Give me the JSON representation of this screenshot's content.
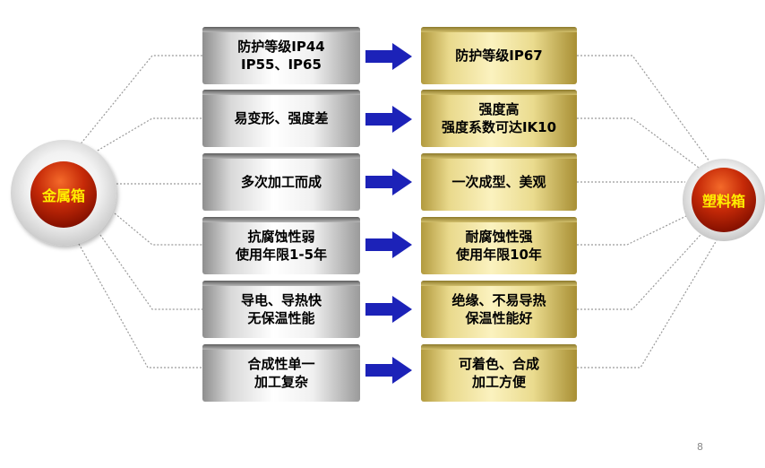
{
  "left_node": {
    "label": "金属箱"
  },
  "right_node": {
    "label": "塑料箱"
  },
  "rows": [
    {
      "left": [
        "防护等级IP44",
        "IP55、IP65"
      ],
      "right": [
        "防护等级IP67"
      ]
    },
    {
      "left": [
        "易变形、强度差"
      ],
      "right": [
        "强度高",
        "强度系数可达IK10"
      ]
    },
    {
      "left": [
        "多次加工而成"
      ],
      "right": [
        "一次成型、美观"
      ]
    },
    {
      "left": [
        "抗腐蚀性弱",
        "使用年限1-5年"
      ],
      "right": [
        "耐腐蚀性强",
        "使用年限10年"
      ]
    },
    {
      "left": [
        "导电、导热快",
        "无保温性能"
      ],
      "right": [
        "绝缘、不易导热",
        "保温性能好"
      ]
    },
    {
      "left": [
        "合成性单一",
        "加工复杂"
      ],
      "right": [
        "可着色、合成",
        "加工方便"
      ]
    }
  ],
  "colors": {
    "arrow": "#1c22b8",
    "core": "#c62a08",
    "core_text": "#ffee00"
  },
  "page_number": "8"
}
